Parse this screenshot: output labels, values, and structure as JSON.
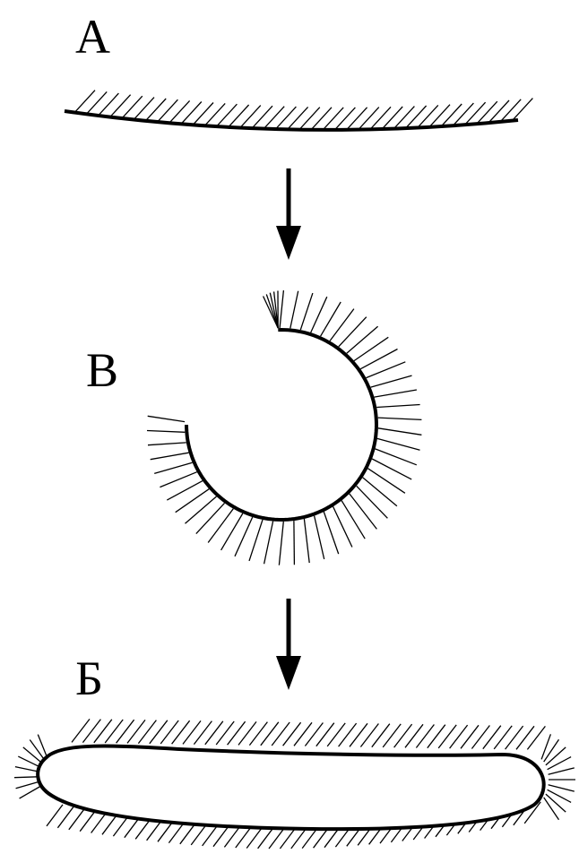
{
  "labels": {
    "stage_a": "А",
    "stage_v": "В",
    "stage_b": "Б"
  },
  "colors": {
    "ink": "#000000",
    "background": "#ffffff"
  }
}
